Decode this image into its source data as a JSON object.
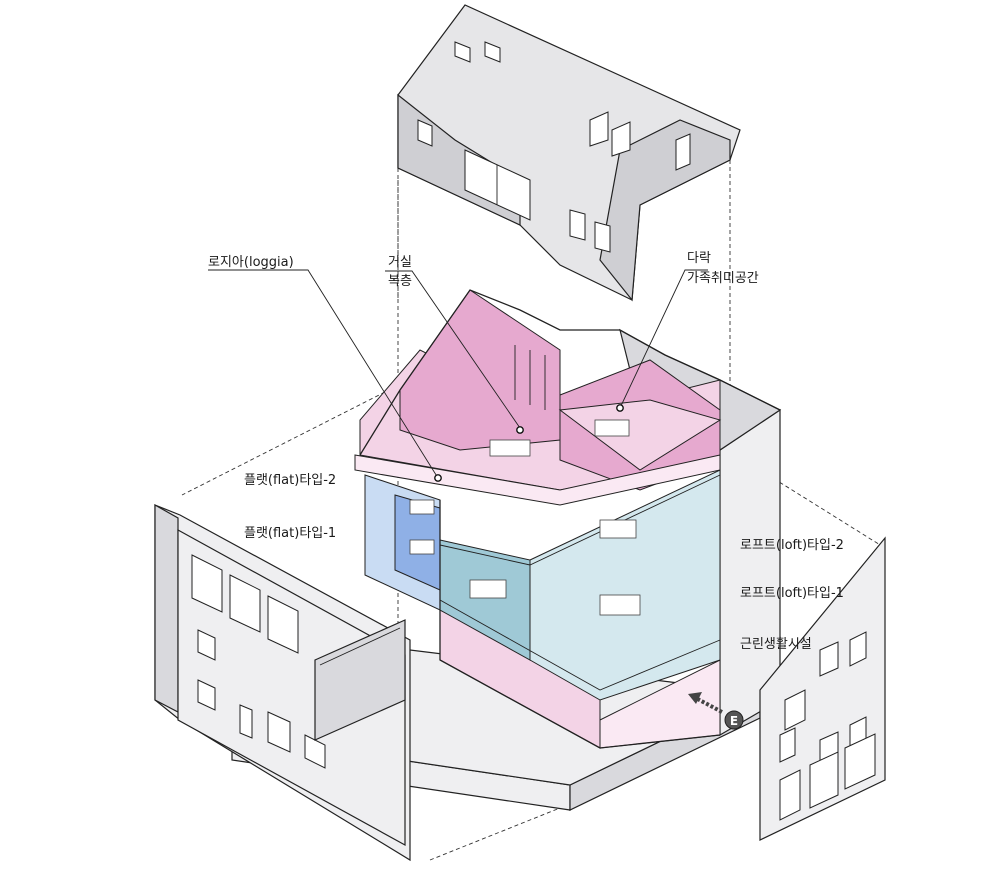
{
  "labels": {
    "loggia": "로지아(loggia)",
    "living_line1": "거실",
    "living_line2": "복층",
    "attic_line1": "다락",
    "attic_line2": "가족취미공간",
    "flat2": "플랫(flat)타입-2",
    "flat1": "플랫(flat)타입-1",
    "loft2": "로프트(loft)타입-2",
    "loft1": "로프트(loft)타입-1",
    "commercial": "근린생활시설",
    "entrance_marker": "E"
  },
  "colors": {
    "pink": "#e6a9cf",
    "light_pink": "#f3d3e6",
    "blue": "#8fb0e6",
    "teal": "#9fc9d6",
    "wall_gray": "#efeff1"
  }
}
